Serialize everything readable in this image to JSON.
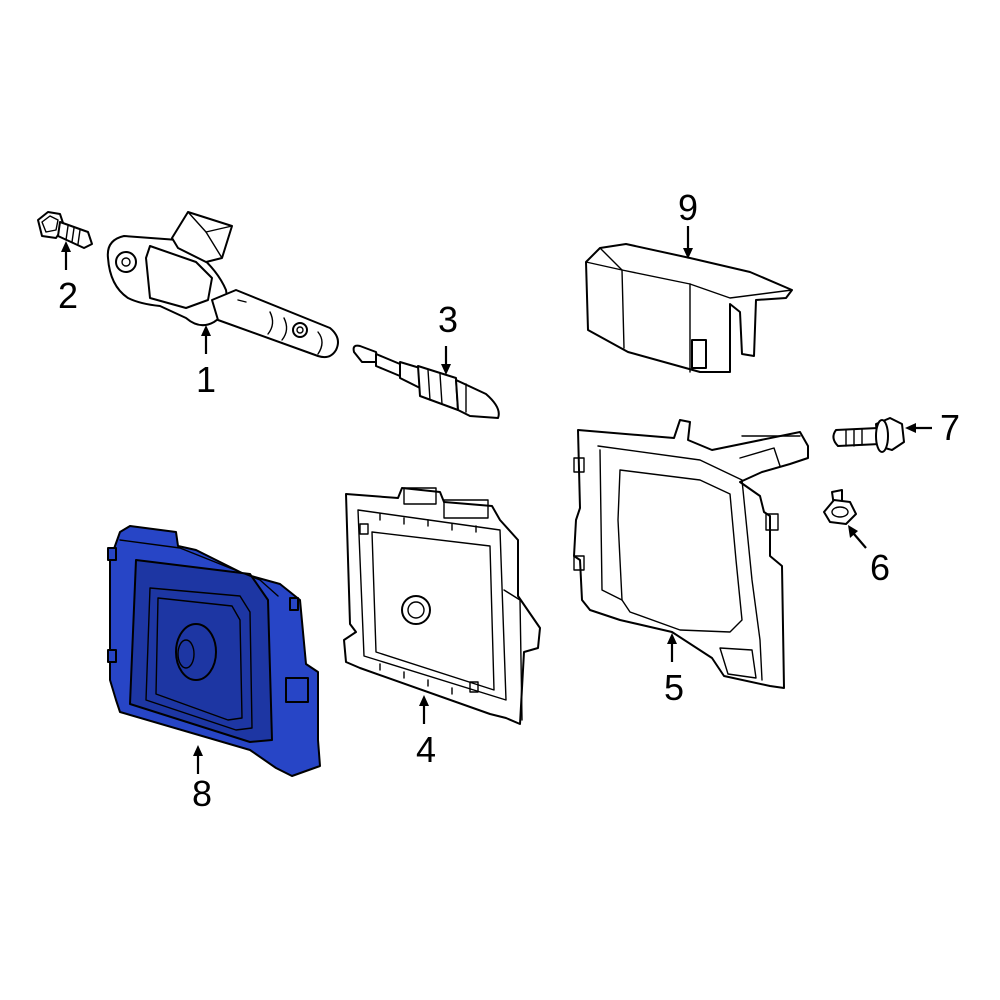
{
  "callouts": {
    "c1": "1",
    "c2": "2",
    "c3": "3",
    "c4": "4",
    "c5": "5",
    "c6": "6",
    "c7": "7",
    "c8": "8",
    "c9": "9"
  },
  "colors": {
    "highlight": "#2745c6",
    "line": "#000000",
    "background": "#ffffff"
  }
}
